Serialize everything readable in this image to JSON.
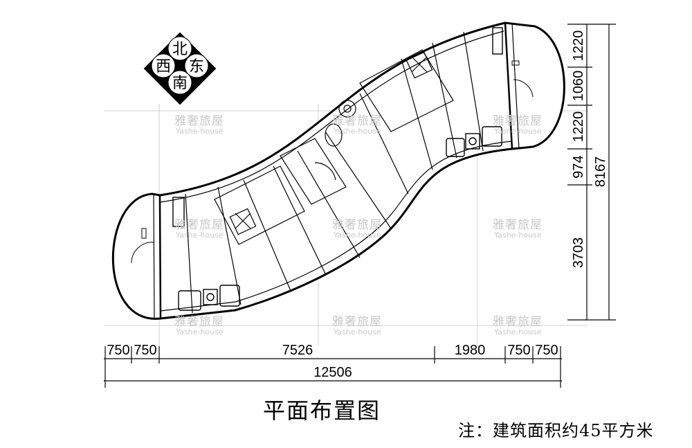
{
  "compass": {
    "north": "北",
    "south": "南",
    "east": "东",
    "west": "西"
  },
  "watermark": {
    "brand_cn": "雅奢旅屋",
    "brand_en": "Yashe-house"
  },
  "dimensions": {
    "bottom_segments": [
      "750",
      "750",
      "7526",
      "1980",
      "750",
      "750"
    ],
    "bottom_total": "12506",
    "right_segments": [
      "1220",
      "1060",
      "1220",
      "974",
      "3703"
    ],
    "right_total": "8167"
  },
  "title": "平面布置图",
  "note": "注：建筑面积约45平方米"
}
